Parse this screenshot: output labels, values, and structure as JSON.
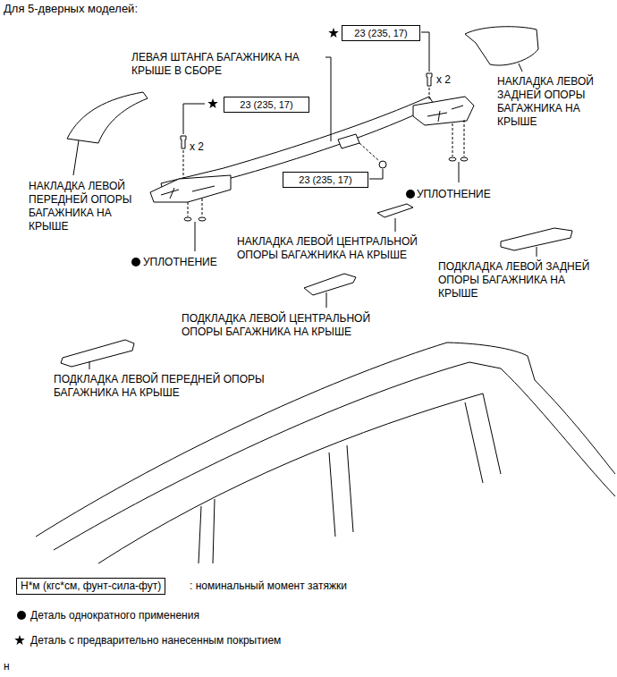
{
  "diagram": {
    "title": "Для 5-дверных моделей:",
    "nodes": [
      {
        "text": [
          "23 (235, 17)"
        ]
      },
      {
        "text": [
          "23 (235, 17)"
        ]
      },
      {
        "text": [
          "23 (235, 17)"
        ]
      },
      {
        "text": [
          "Н*м (кгс*см, фунт-сила-фут)"
        ]
      }
    ],
    "labels": [
      "ЛЕВАЯ ШТАНГА БАГАЖНИКА НА КРЫШЕ В СБОРЕ",
      "x 2",
      "НАКЛАДКА ЛЕВОЙ ЗАДНЕЙ ОПОРЫ БАГАЖНИКА НА КРЫШЕ",
      "x 2",
      "НАКЛАДКА ЛЕВОЙ ПЕРЕДНЕЙ ОПОРЫ БАГАЖНИКА НА КРЫШЕ",
      "УПЛОТНЕНИЕ",
      "НАКЛАДКА ЛЕВОЙ ЦЕНТРАЛЬНОЙ ОПОРЫ БАГАЖНИКА НА КРЫШЕ",
      "УПЛОТНЕНИЕ",
      "ПОДКЛАДКА ЛЕВОЙ ЗАДНЕЙ ОПОРЫ БАГАЖНИКА НА КРЫШЕ",
      "ПОДКЛАДКА ЛЕВОЙ ЦЕНТРАЛЬНОЙ ОПОРЫ БАГАЖНИКА НА КРЫШЕ",
      "ПОДКЛАДКА ЛЕВОЙ ПЕРЕДНЕЙ ОПОРЫ БАГАЖНИКА НА КРЫШЕ",
      ": номинальный момент затяжки",
      "н"
    ],
    "legend": [
      {
        "text": "Деталь однократного применения"
      },
      {
        "text": "Деталь с предварительно нанесенным покрытием"
      }
    ]
  }
}
